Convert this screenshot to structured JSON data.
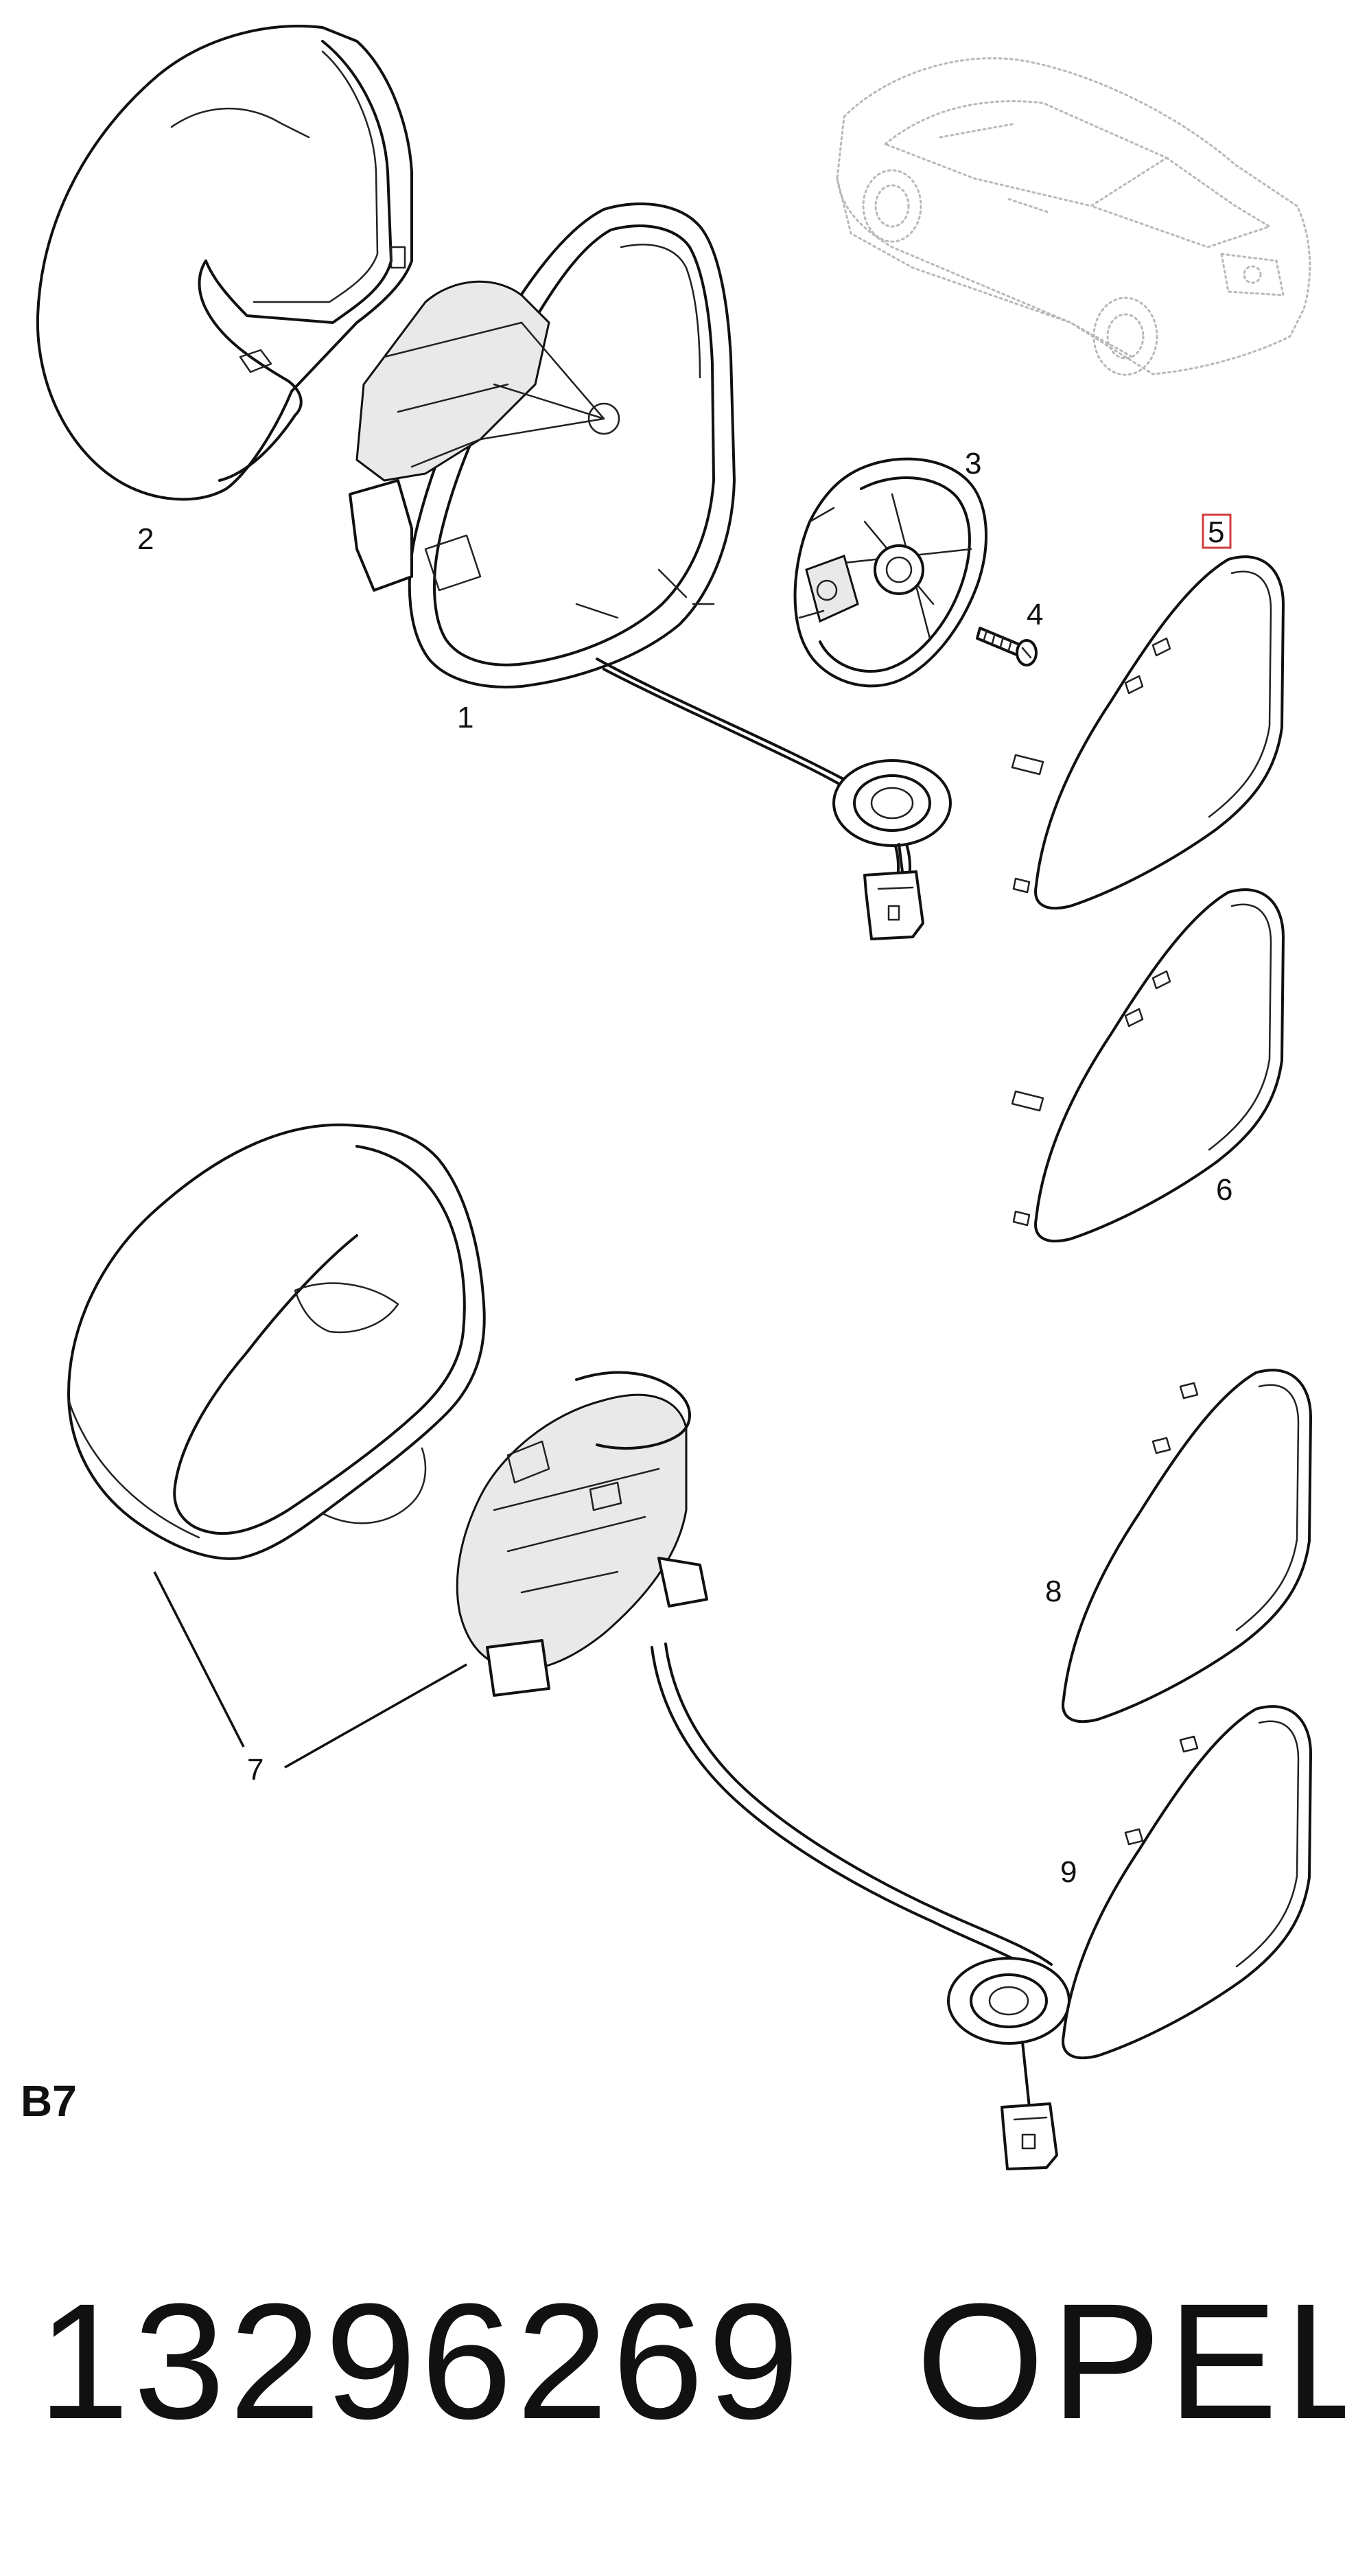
{
  "callouts": {
    "c1": "1",
    "c2": "2",
    "c3": "3",
    "c4": "4",
    "c5": "5",
    "c6": "6",
    "c7": "7",
    "c8": "8",
    "c9": "9"
  },
  "section_label": "B7",
  "part_number": "13296269",
  "brand": "OPEL",
  "highlight_color": "#d23b3b"
}
